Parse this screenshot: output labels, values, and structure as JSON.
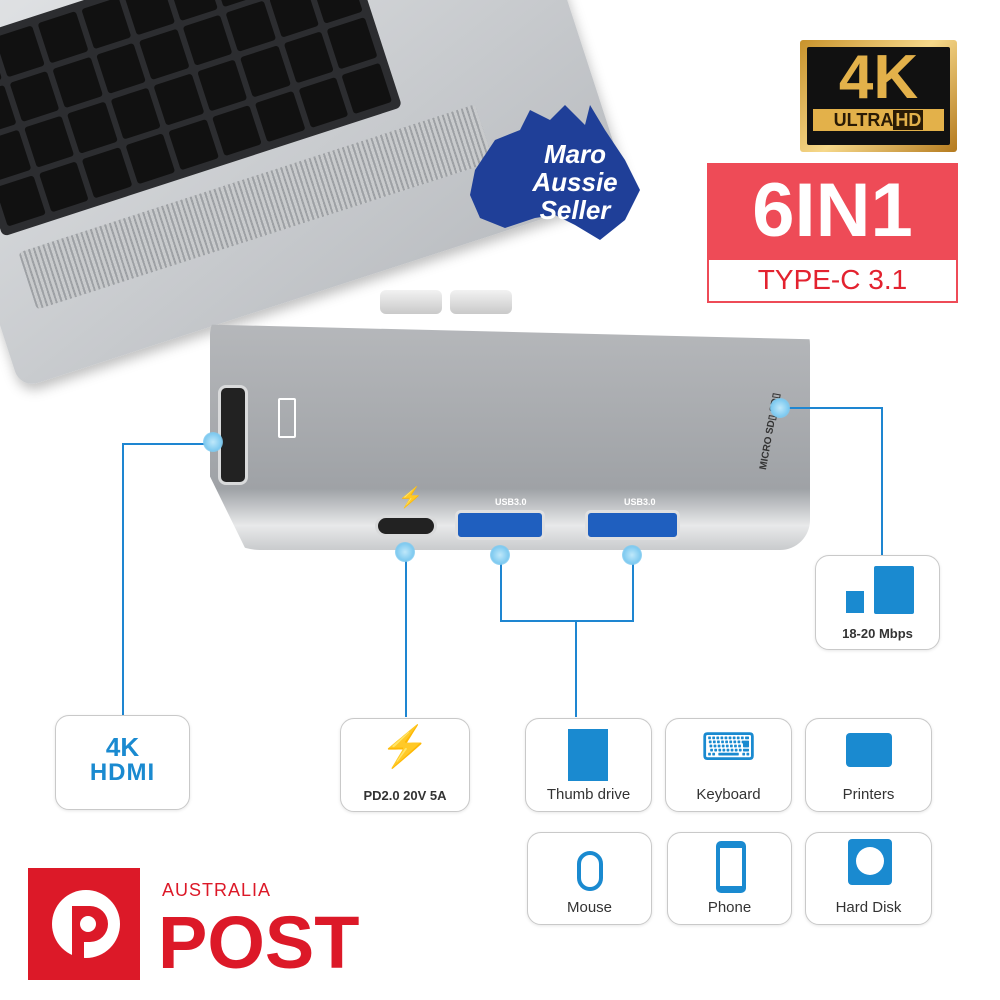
{
  "seller_badge": {
    "line1": "Maro",
    "line2": "Aussie Seller"
  },
  "logo_4k": {
    "big": "4K",
    "ultra": "ULTRA",
    "hd": "HD"
  },
  "product": {
    "title": "6IN1",
    "subtitle": "TYPE-C  3.1"
  },
  "hub_labels": {
    "usb1": "USB3.0",
    "usb2": "USB3.0",
    "sd": "MICRO SD▯ SD▯"
  },
  "features": {
    "hdmi": {
      "line1": "4K",
      "line2": "HDMI"
    },
    "pd": {
      "label": "PD2.0 20V 5A"
    },
    "sd": {
      "label": "18-20 Mbps"
    }
  },
  "devices": [
    {
      "label": "Thumb drive",
      "icon": "usb-drive-icon"
    },
    {
      "label": "Keyboard",
      "icon": "keyboard-icon"
    },
    {
      "label": "Printers",
      "icon": "printer-icon"
    },
    {
      "label": "Mouse",
      "icon": "mouse-icon"
    },
    {
      "label": "Phone",
      "icon": "phone-icon"
    },
    {
      "label": "Hard Disk",
      "icon": "hard-disk-icon"
    }
  ],
  "post_logo": {
    "top": "AUSTRALIA",
    "main": "POST"
  },
  "colors": {
    "accent_blue": "#1a8ad0",
    "red": "#ee4b57",
    "post_red": "#dc1928"
  }
}
